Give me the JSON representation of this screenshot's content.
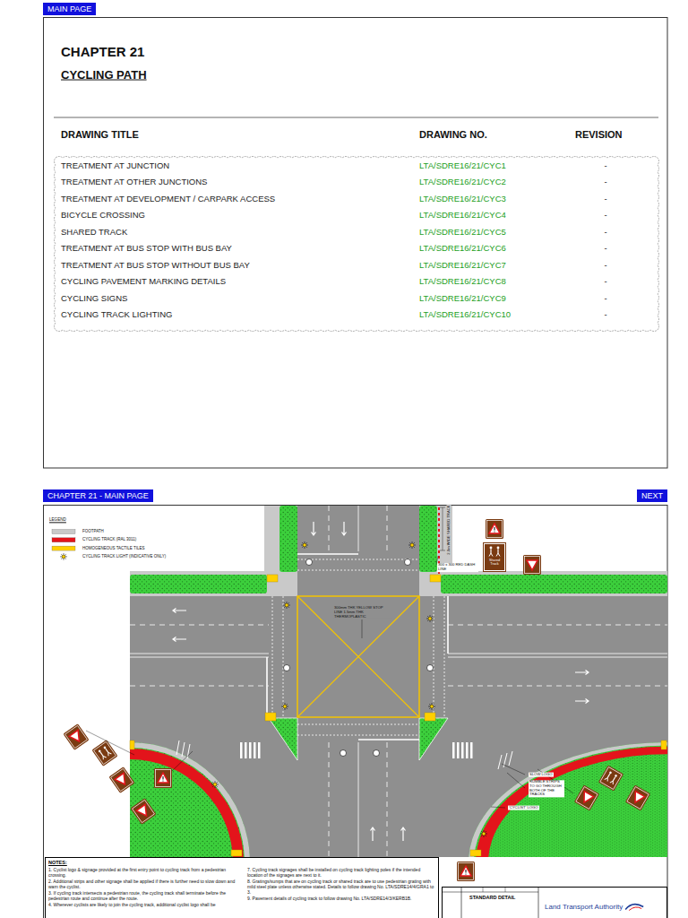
{
  "diagram": {
    "title": "CHAPTER 21",
    "nodes": [
      {
        "text": [
          "MAIN PAGE"
        ]
      },
      {
        "text": [
          "CHAPTER 21 - MAIN PAGE"
        ]
      },
      {
        "text": [
          "NEXT"
        ]
      },
      {
        "text": [
          "Shared Track"
        ]
      },
      {
        "text": [
          "NOTES:",
          "1. Cyclist logo & signage provided at the first entry point to cycling track from a pedestrian crossing.",
          "2. Additional strips and other signage shall be applied if there is further need to slow down and warn the cyclist.",
          "3. If cycling track intersects a pedestrian route, the cycling track shall terminate before the pedestrian route and continue after the route.",
          "4. Wherever cyclists are likely to join the cycling track, additional cyclist logo shall be",
          "7. Cycling track signages shall be installed on cycling track lighting poles if the intended location of the signages are next to it.",
          "8. Gratings/sumps that are on cycling track or shared track are to use pedestrian grating with mild steel plate unless otherwise stated. Details to follow drawing No. LTA/SDRE14/4/GRA1 to 3.",
          "9. Pavement details of cycling track to follow drawing No. LTA/SDRE14/3/KERB1B."
        ]
      },
      {
        "text": [
          "STANDARD DETAIL",
          "Land Transport Authority"
        ]
      }
    ],
    "labels": [
      "CYCLING PATH",
      "DRAWING TITLE",
      "DRAWING NO.",
      "REVISION",
      "TREATMENT AT JUNCTION",
      "LTA/SDRE16/21/CYC1",
      "-",
      "TREATMENT AT OTHER JUNCTIONS",
      "LTA/SDRE16/21/CYC2",
      "-",
      "TREATMENT AT DEVELOPMENT / CARPARK ACCESS",
      "LTA/SDRE16/21/CYC3",
      "-",
      "BICYCLE CROSSING",
      "LTA/SDRE16/21/CYC4",
      "-",
      "SHARED TRACK",
      "LTA/SDRE16/21/CYC5",
      "-",
      "TREATMENT AT BUS STOP WITH BUS BAY",
      "LTA/SDRE16/21/CYC6",
      "-",
      "TREATMENT AT BUS STOP WITHOUT BUS BAY",
      "LTA/SDRE16/21/CYC7",
      "-",
      "CYCLING PAVEMENT MARKING DETAILS",
      "LTA/SDRE16/21/CYC8",
      "-",
      "CYCLING SIGNS",
      "LTA/SDRE16/21/CYC9",
      "-",
      "CYCLING TRACK LIGHTING",
      "LTA/SDRE16/21/CYC10",
      "-",
      "LEGEND",
      "2.0m WIDE SHARED TRACK",
      "300 x 300 RED DASH LINE",
      "300mm THK YELLOW STOP LINE 1.5mm THK THERMOPLASTIC",
      "SLOW LOGO",
      "RUMBLE STRIPS TO GO THROUGH BOTH OF THE TRACKS",
      "'CYCLIST' LOGO"
    ],
    "legend": [
      {
        "text": "FOOTPATH",
        "color": "#c9c9c9"
      },
      {
        "text": "CYCLING TRACK (RAL 3011)",
        "color": "#e3141b"
      },
      {
        "text": "HOMOGENEOUS TACTILE TILES",
        "color": "#ffd000"
      },
      {
        "text": "CYCLING TRACK LIGHT (INDICATIVE ONLY)"
      }
    ]
  }
}
